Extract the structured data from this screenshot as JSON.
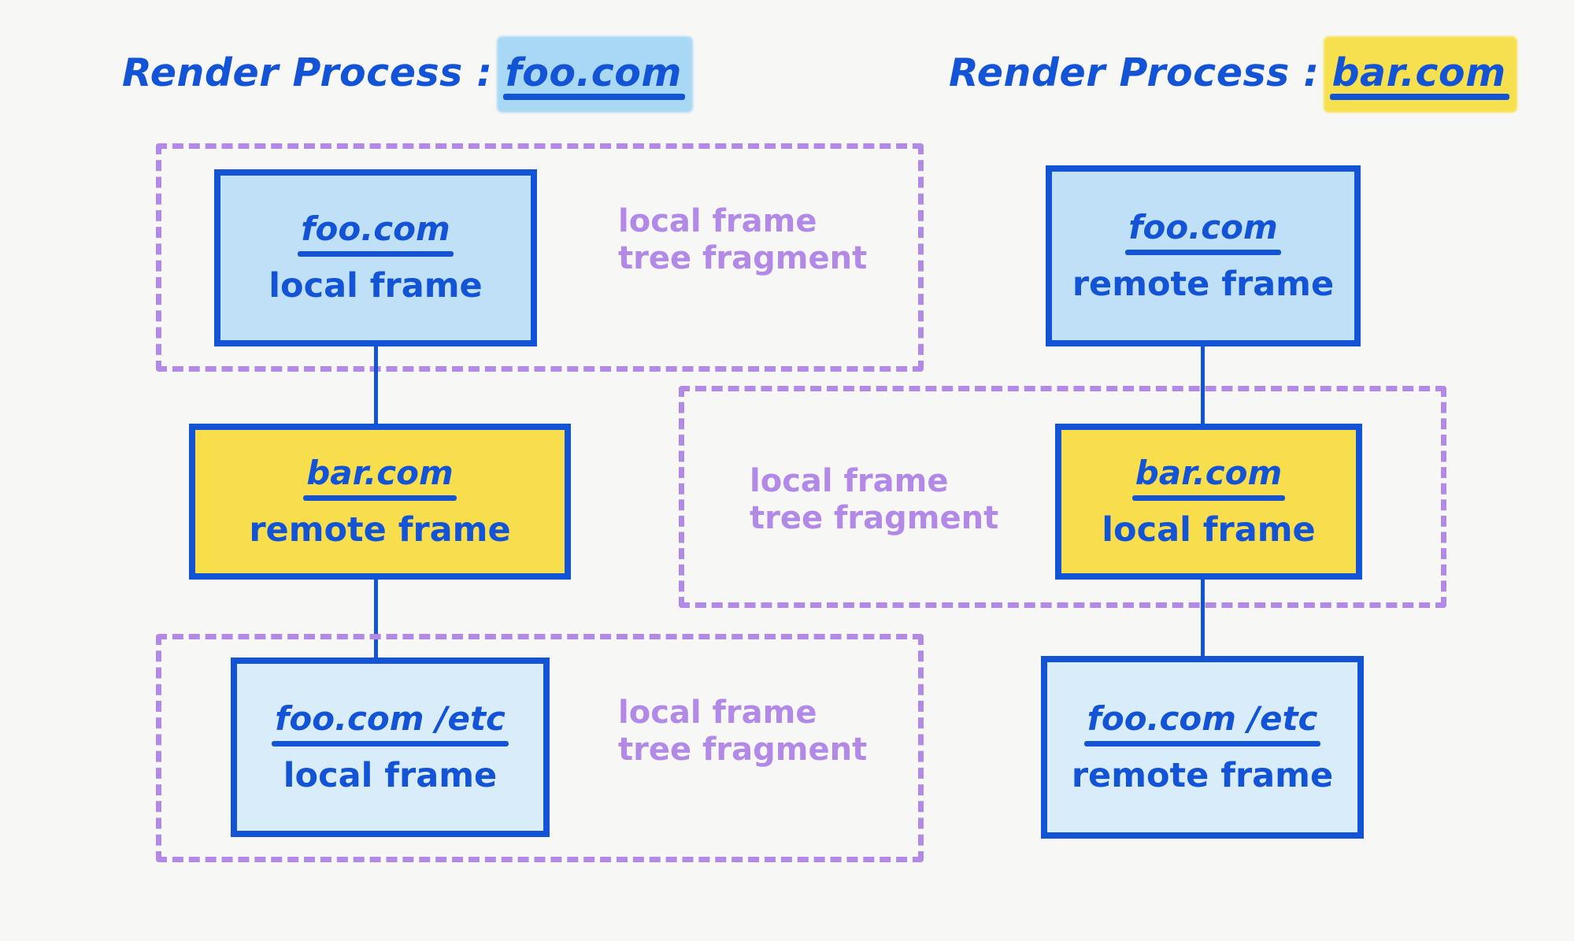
{
  "diagram": {
    "title_label": "Render Process :",
    "columns": [
      {
        "id": "left",
        "process_host": "foo.com",
        "highlight_color": "#a9d8f5",
        "nodes": [
          {
            "host": "foo.com",
            "kind": "local frame",
            "fill": "#bfe0f7"
          },
          {
            "host": "bar.com",
            "kind": "remote frame",
            "fill": "#f8de4d"
          },
          {
            "host": "foo.com /etc",
            "kind": "local frame",
            "fill": "#d9ecfa"
          }
        ],
        "fragments": [
          {
            "caption_line1": "local frame",
            "caption_line2": "tree fragment"
          },
          {
            "caption_line1": "local frame",
            "caption_line2": "tree fragment"
          }
        ]
      },
      {
        "id": "right",
        "process_host": "bar.com",
        "highlight_color": "#f7e04e",
        "nodes": [
          {
            "host": "foo.com",
            "kind": "remote frame",
            "fill": "#bfe0f7"
          },
          {
            "host": "bar.com",
            "kind": "local frame",
            "fill": "#f8de4d"
          },
          {
            "host": "foo.com /etc",
            "kind": "remote frame",
            "fill": "#d9ecfa"
          }
        ],
        "fragments": [
          {
            "caption_line1": "local frame",
            "caption_line2": "tree fragment"
          }
        ]
      }
    ],
    "colors": {
      "ink": "#1353d6",
      "dashed": "#b289e6",
      "background": "#f7f7f5",
      "blue_fill": "#bfe0f7",
      "light_blue_fill": "#d9ecfa",
      "yellow_fill": "#f8de4d"
    }
  }
}
